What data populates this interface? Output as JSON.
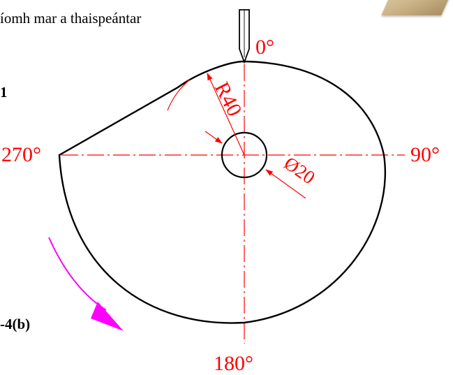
{
  "captions": {
    "top_text": "íomh mar a thaispeántar",
    "fig_label_1": "1",
    "fig_label_2": "-4(b)"
  },
  "diagram": {
    "angle_labels": {
      "top": "0°",
      "right": "90°",
      "bottom": "180°",
      "left": "270°"
    },
    "radius_label": "R40",
    "diameter_label": "Ø20"
  },
  "colors": {
    "dimension": "#ff0000",
    "outline": "#000000",
    "rotation_arrow": "#ff00ff",
    "block": "#d9c29a"
  }
}
